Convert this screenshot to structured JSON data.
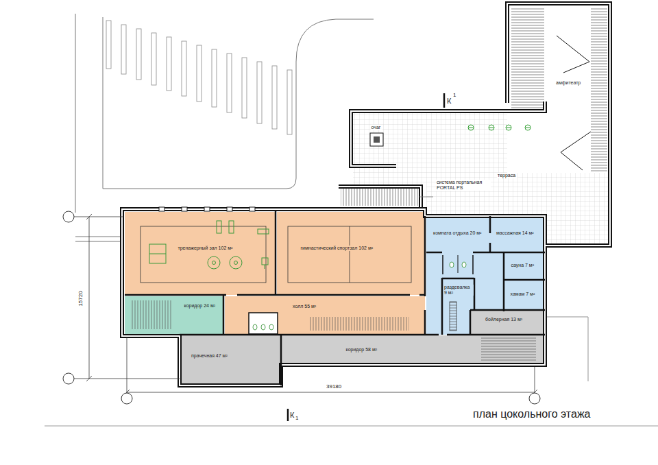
{
  "diagram": {
    "caption": "план цокольного этажа",
    "nodes": [
      {
        "text": [
          "амфитеатр"
        ]
      },
      {
        "text": [
          "очаг"
        ]
      },
      {
        "text": [
          "терраса"
        ]
      },
      {
        "text": [
          "тренажерный зал 102 м²"
        ]
      },
      {
        "text": [
          "гимнастический спортзал 102 м²"
        ]
      },
      {
        "text": [
          "комната отдыха 20 м²"
        ]
      },
      {
        "text": [
          "массажная 14 м²"
        ]
      },
      {
        "text": [
          "сауна 7 м²"
        ]
      },
      {
        "text": [
          "коридор 24 м²"
        ]
      },
      {
        "text": [
          "холл 55 м²"
        ]
      },
      {
        "text": [
          "раздевалка 9 м²"
        ]
      },
      {
        "text": [
          "хамам 7 м²"
        ]
      },
      {
        "text": [
          "бойлерная 13 м²"
        ]
      },
      {
        "text": [
          "прачечная 47 м²"
        ]
      },
      {
        "text": [
          "коридор 58 м²"
        ]
      }
    ],
    "labels": [
      "система портальная PORTAL PS",
      "15720",
      "39180",
      "К",
      "1",
      "К",
      "1"
    ]
  }
}
